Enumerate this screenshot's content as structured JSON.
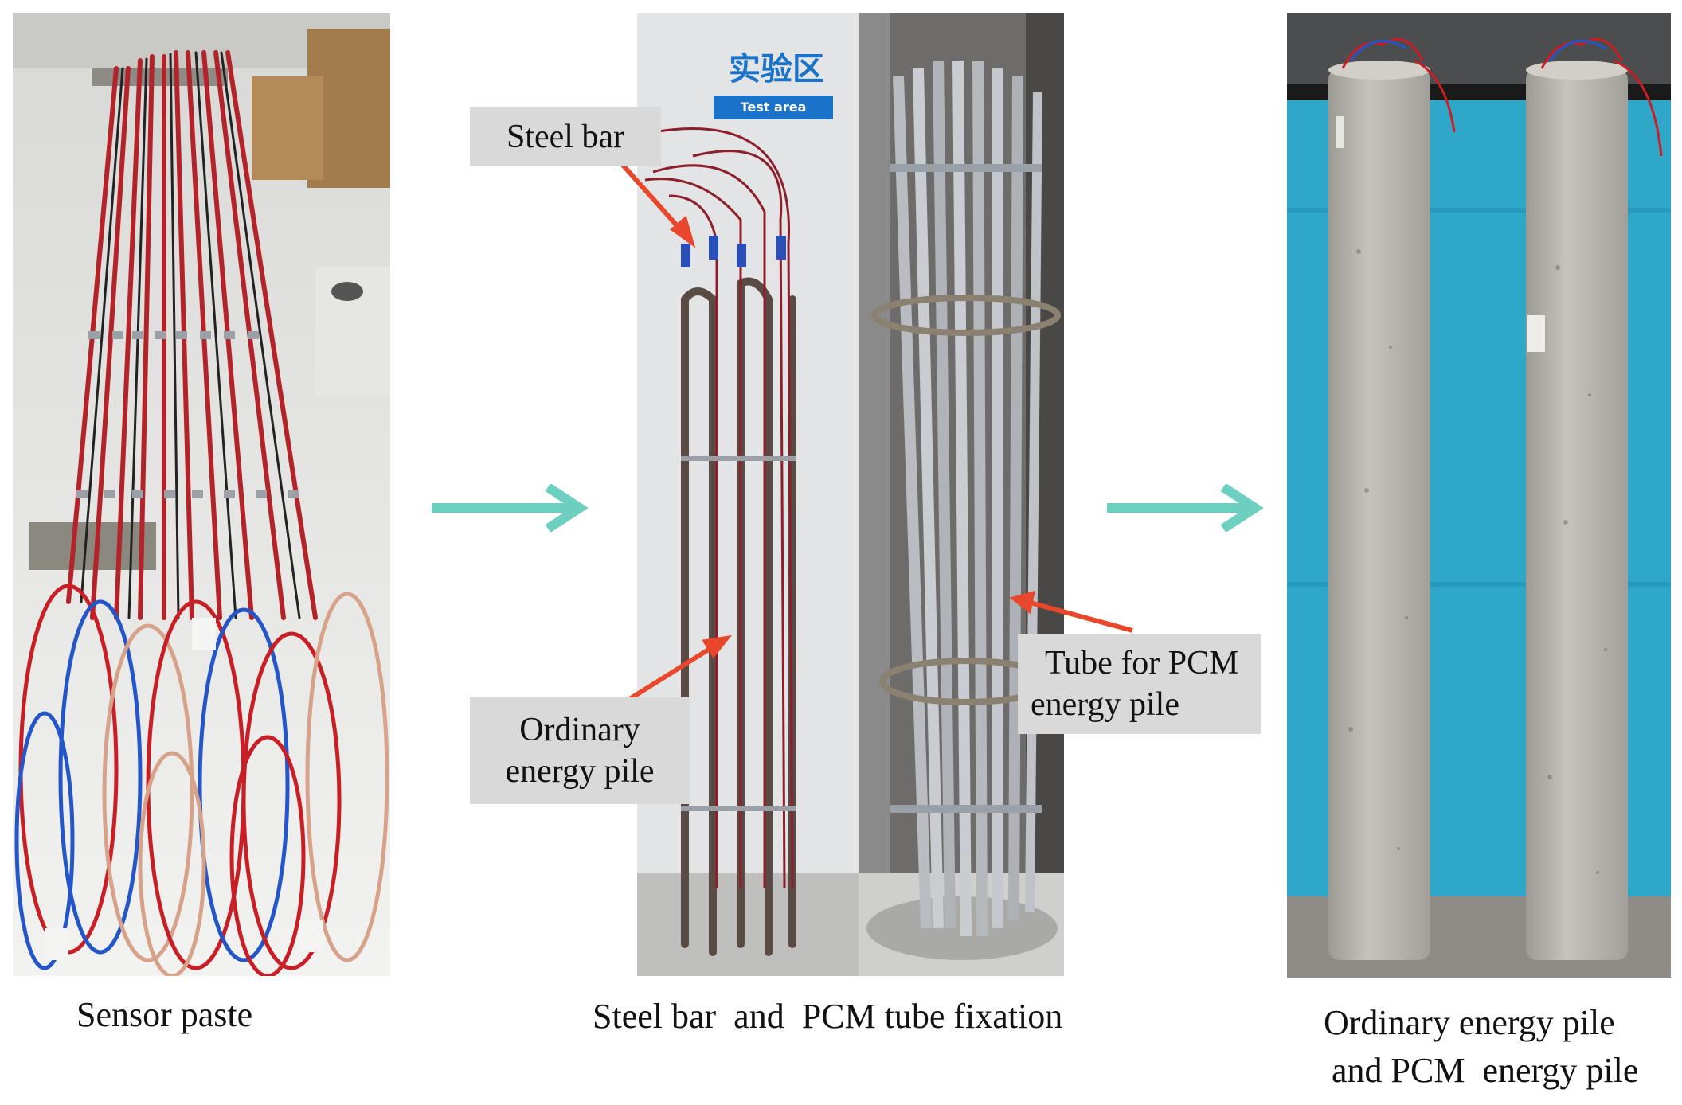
{
  "panels": {
    "left": {
      "caption": "Sensor paste"
    },
    "middle": {
      "caption": "Steel bar  and  PCM tube fixation",
      "sign_title": "实验区",
      "sign_subtitle": "Test area",
      "labels": {
        "steel_bar": "Steel bar",
        "ordinary_line1": "Ordinary",
        "ordinary_line2": "energy pile",
        "tube_line1": "Tube for PCM",
        "tube_line2": "energy pile"
      }
    },
    "right": {
      "caption_line1": "Ordinary energy pile",
      "caption_line2": "and PCM  energy pile"
    }
  },
  "colors": {
    "arrow_flow": "#6ccfbf",
    "annotation_arrow": "#e8472b",
    "label_bg": "#d9d9d9",
    "red_wire": "#c81e25",
    "blue_wire": "#2456c8",
    "concrete": "#bdbab4",
    "blue_wall": "#2fa7c9"
  },
  "icons": {
    "flow_arrow": "right-arrow-icon"
  }
}
